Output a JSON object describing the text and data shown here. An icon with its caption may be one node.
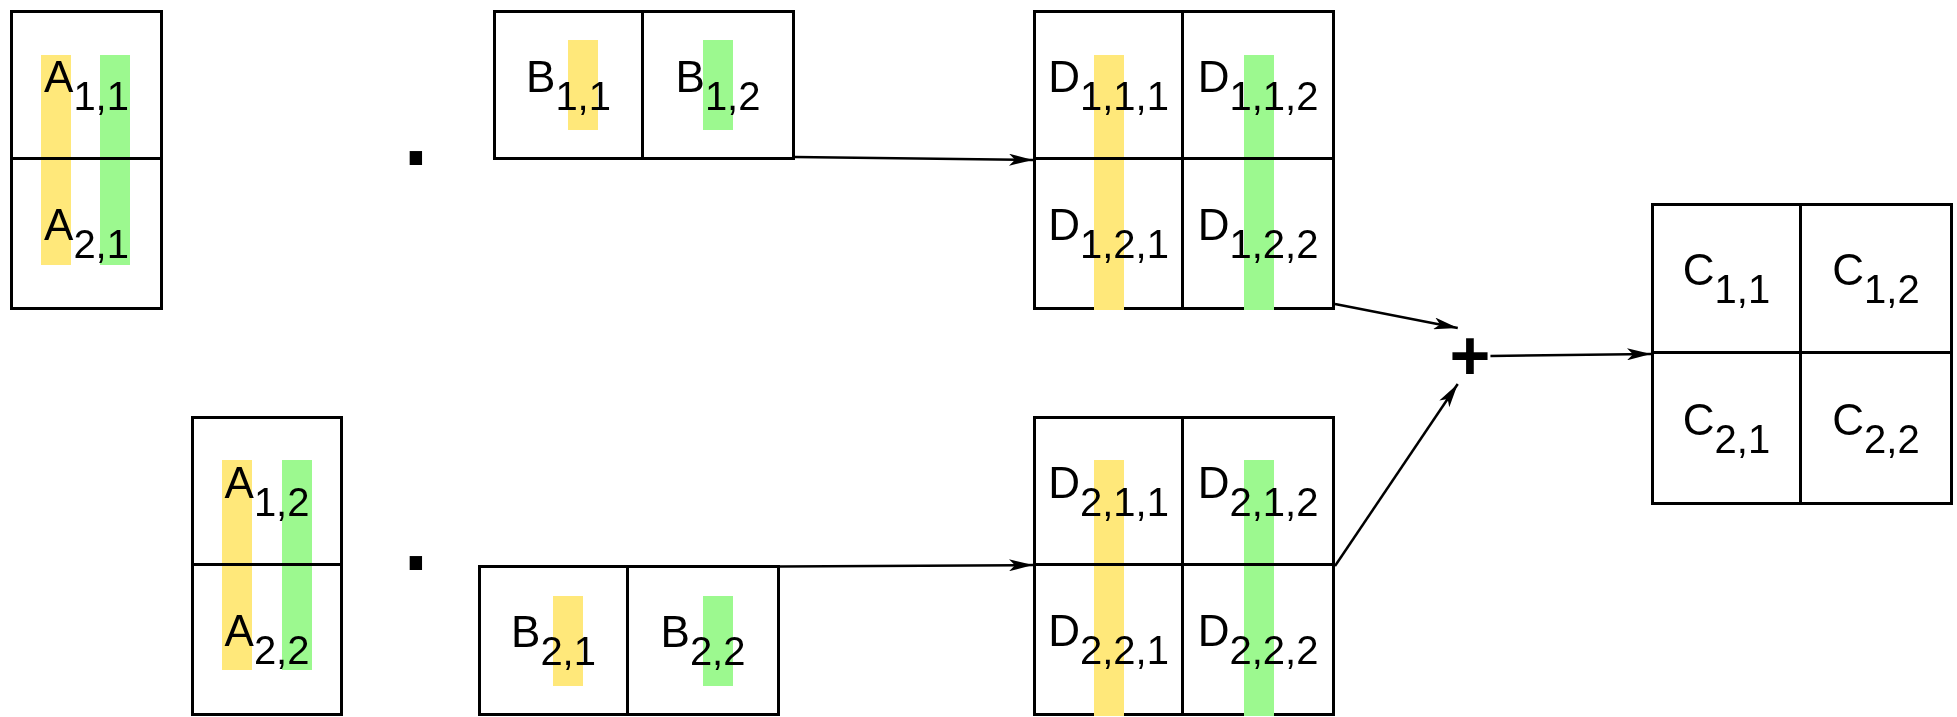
{
  "diagram": {
    "nodes": [
      {
        "text": [],
        "shape": "box"
      },
      {
        "text": [
          "A$_{1,1}$"
        ],
        "in": 0
      },
      {
        "text": [
          "A$_{2,1}$"
        ],
        "in": 0
      },
      {
        "text": [],
        "shape": "box"
      },
      {
        "text": [
          "B$_{1,1}$"
        ],
        "in": 3
      },
      {
        "text": [
          "B$_{1,2}$"
        ],
        "in": 3
      },
      {
        "text": [],
        "shape": "box"
      },
      {
        "text": [
          "D$_{1,1,1}$"
        ],
        "in": 6
      },
      {
        "text": [
          "D$_{1,1,2}$"
        ],
        "in": 6
      },
      {
        "text": [
          "D$_{1,2,1}$"
        ],
        "in": 6
      },
      {
        "text": [
          "D$_{1,2,2}$"
        ],
        "in": 6
      },
      {
        "text": [
          "+"
        ]
      },
      {
        "text": [],
        "shape": "box"
      },
      {
        "text": [
          "C$_{1,1}$"
        ],
        "in": 12
      },
      {
        "text": [
          "C$_{1,2}$"
        ],
        "in": 12
      },
      {
        "text": [
          "C$_{2,1}$"
        ],
        "in": 12
      },
      {
        "text": [
          "C$_{2,2}$"
        ],
        "in": 12
      },
      {
        "text": [],
        "shape": "box"
      },
      {
        "text": [
          "A$_{1,2}$"
        ],
        "in": 17
      },
      {
        "text": [
          "A$_{2,2}$"
        ],
        "in": 17
      },
      {
        "text": [],
        "shape": "box"
      },
      {
        "text": [
          "B$_{2,1}$"
        ],
        "in": 20
      },
      {
        "text": [
          "B$_{2,2}$"
        ],
        "in": 20
      },
      {
        "text": [],
        "shape": "box"
      },
      {
        "text": [
          "D$_{2,1,1}$"
        ],
        "in": 23
      },
      {
        "text": [
          "D$_{2,1,2}$"
        ],
        "in": 23
      },
      {
        "text": [
          "D$_{2,2,1}$"
        ],
        "in": 23
      },
      {
        "text": [
          "D$_{2,2,2}$"
        ],
        "in": 23
      }
    ],
    "edges": [
      {
        "from": 3,
        "to": 6,
        "arrow": "to"
      },
      {
        "from": 6,
        "to": 11,
        "arrow": "to"
      },
      {
        "from": 23,
        "to": 11,
        "arrow": "to"
      },
      {
        "from": 11,
        "to": 12,
        "arrow": "to"
      },
      {
        "from": 20,
        "to": 23,
        "arrow": "to"
      }
    ],
    "labels": [
      "·",
      "·"
    ]
  }
}
